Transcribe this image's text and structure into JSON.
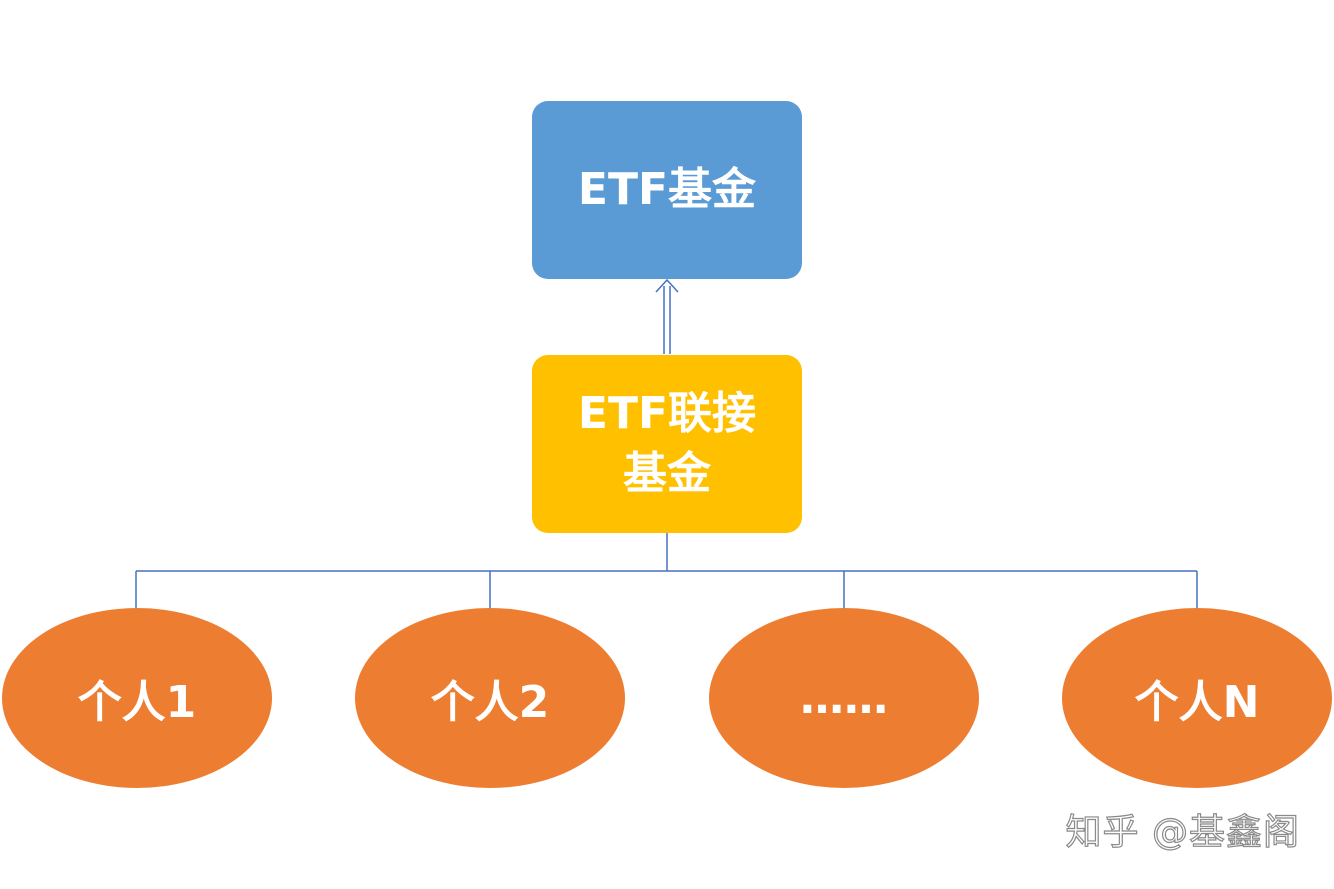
{
  "diagram": {
    "top_node": {
      "label": "ETF基金",
      "color": "#5b9bd5"
    },
    "middle_node": {
      "line1": "ETF联接",
      "line2": "基金",
      "color": "#ffc000"
    },
    "leaf_nodes": [
      {
        "label": "个人1"
      },
      {
        "label": "个人2"
      },
      {
        "label": "……"
      },
      {
        "label": "个人N"
      }
    ],
    "leaf_color": "#ed7d31",
    "connector_color": "#4472c4"
  },
  "watermark": "知乎 @基鑫阁"
}
